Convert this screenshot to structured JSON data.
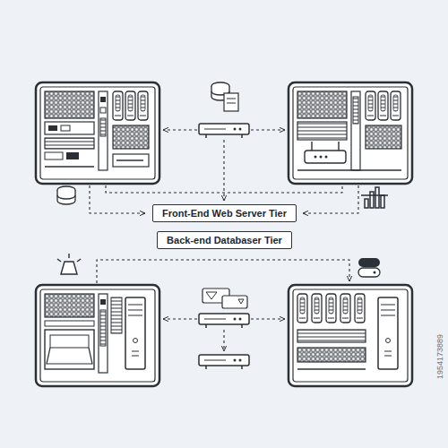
{
  "diagram": {
    "nodes": [
      {
        "text": [
          "Front-End Web Server Tier"
        ]
      },
      {
        "text": [
          "Back-end Databaser Tier"
        ]
      }
    ],
    "labels": [
      "1954173889"
    ]
  }
}
